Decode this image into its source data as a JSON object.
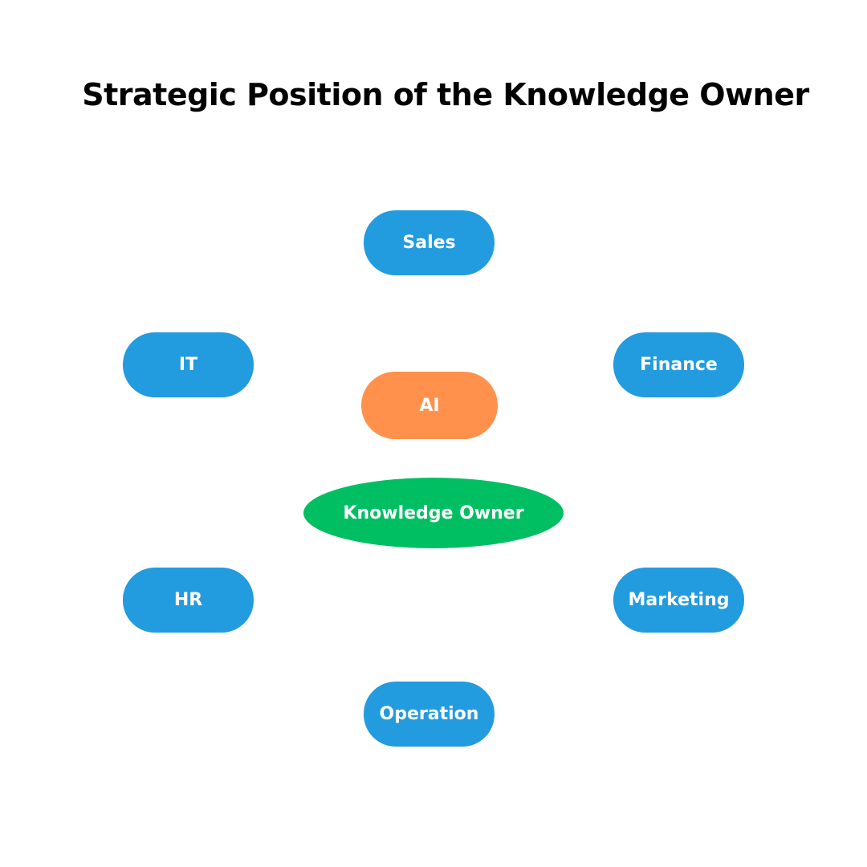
{
  "title": "Strategic Position of the Knowledge Owner",
  "center": {
    "label": "Knowledge Owner",
    "color": "#00bf63"
  },
  "ai": {
    "label": "AI",
    "color": "#ff914d"
  },
  "departments": {
    "sales": "Sales",
    "it": "IT",
    "finance": "Finance",
    "hr": "HR",
    "marketing": "Marketing",
    "operation": "Operation"
  },
  "colors": {
    "department": "#229bdf"
  }
}
